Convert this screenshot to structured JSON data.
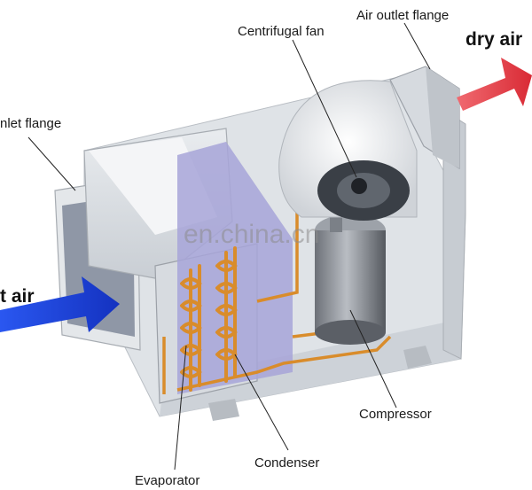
{
  "labels": {
    "air_outlet_flange": "Air outlet flange",
    "centrifugal_fan": "Centrifugal fan",
    "inlet_flange": "nlet flange",
    "compressor": "Compressor",
    "condenser": "Condenser",
    "evaporator": "Evaporator",
    "dry_air": "dry air",
    "wet_air": "t air"
  },
  "watermark": "en.china.cn",
  "colors": {
    "dry_air_arrow": "#e8404a",
    "wet_air_arrow": "#1f3fd8",
    "copper": "#d98c2b"
  }
}
